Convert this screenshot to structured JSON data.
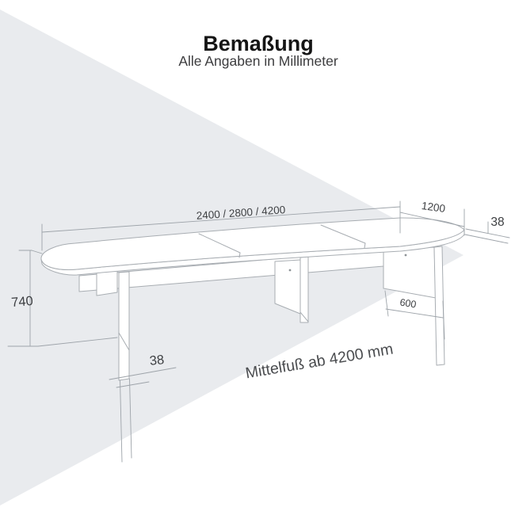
{
  "header": {
    "title": "Bemaßung",
    "subtitle": "Alle Angaben in Millimeter"
  },
  "dimensions": {
    "length": {
      "label": "2400 / 2800 / 4200",
      "unit": "mm",
      "meaning": "table length options"
    },
    "end_width": {
      "label": "1200",
      "unit": "mm",
      "meaning": "table top width"
    },
    "top_thickness": {
      "label": "38",
      "unit": "mm",
      "meaning": "table top thickness"
    },
    "height": {
      "label": "740",
      "unit": "mm",
      "meaning": "table height"
    },
    "foot_thickness": {
      "label": "38",
      "unit": "mm",
      "meaning": "foot panel thickness"
    },
    "foot_depth": {
      "label": "600",
      "unit": "mm",
      "meaning": "foot panel depth"
    }
  },
  "annotation": {
    "center_leg_note": "Mittelfuß ab 4200 mm"
  },
  "colors": {
    "background": "#ffffff",
    "watermark_triangle": "#e9ebee",
    "drawing_line": "#a8adb2",
    "dimension_line": "#9da3a9",
    "dimension_text": "#3e4043",
    "title_text": "#151515"
  }
}
